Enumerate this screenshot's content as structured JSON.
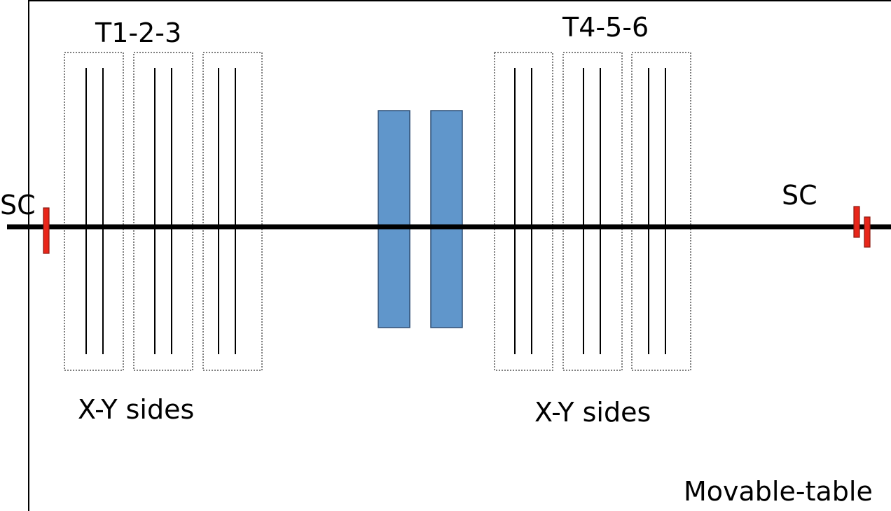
{
  "labels": {
    "group_left": "T1-2-3",
    "group_right": "T4-5-6",
    "sc_left": "SC",
    "sc_right": "SC",
    "xy_left": "X-Y sides",
    "xy_right": "X-Y sides",
    "table": "Movable-table"
  },
  "colors": {
    "background": "#ffffff",
    "line": "#000000",
    "station_border": "#555555",
    "blue_block_fill": "#6096CB",
    "blue_block_stroke": "#2F4F75",
    "scintillator_fill": "#E8261A",
    "scintillator_stroke": "#8B1A12"
  }
}
